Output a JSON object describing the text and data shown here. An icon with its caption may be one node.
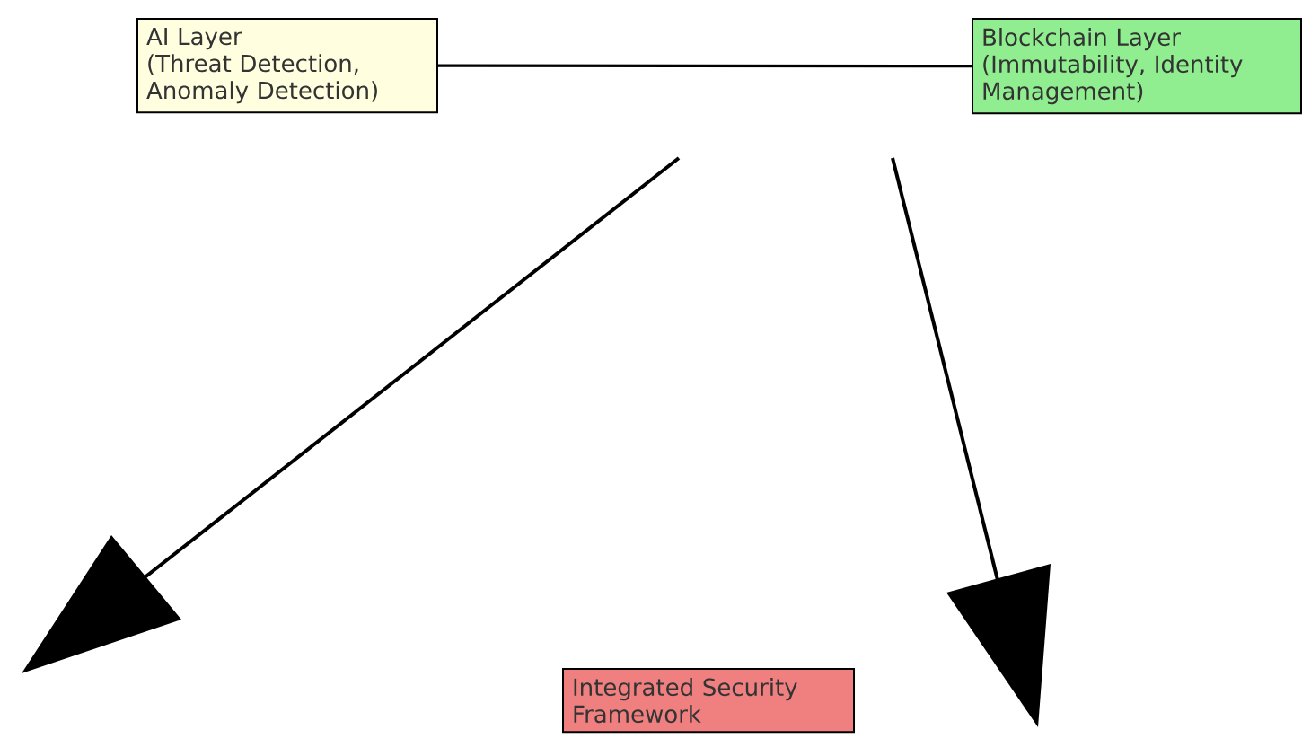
{
  "diagram": {
    "nodes": [
      {
        "text": [
          "AI Layer",
          "(Threat Detection, Anomaly Detection)"
        ]
      },
      {
        "text": [
          "Blockchain Layer",
          "(Immutability, Identity Management)"
        ]
      },
      {
        "text": [
          "Integrated Security Framework"
        ]
      }
    ],
    "edges": [
      {
        "from": 0,
        "to": 1,
        "arrow": "none"
      }
    ]
  }
}
